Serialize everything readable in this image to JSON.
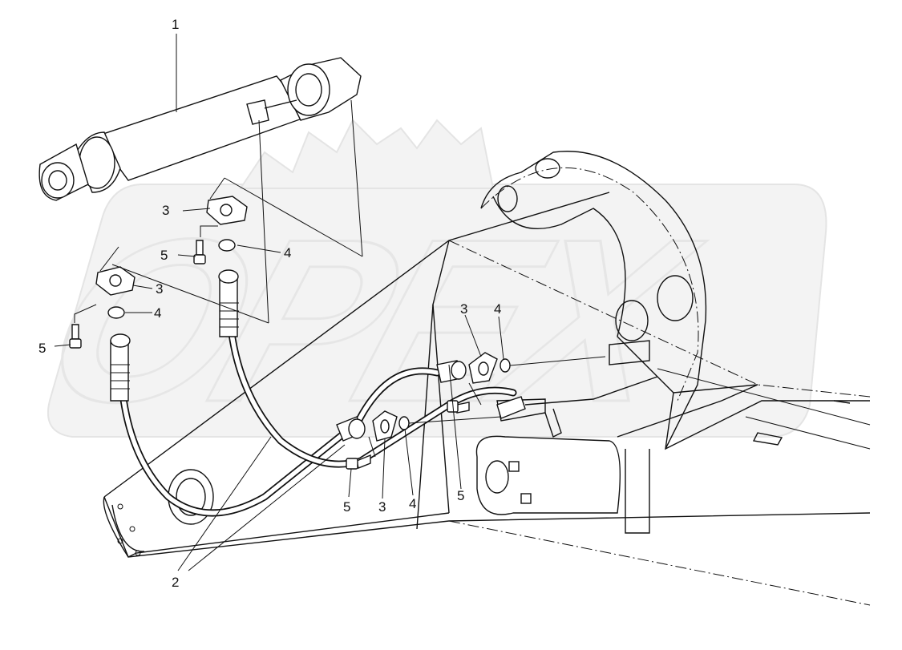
{
  "watermark": {
    "text": "OPEX",
    "color": "#e6e6e6"
  },
  "callouts": [
    {
      "id": "c1",
      "text": "1"
    },
    {
      "id": "c2",
      "text": "2"
    },
    {
      "id": "c3a",
      "text": "3"
    },
    {
      "id": "c3b",
      "text": "3"
    },
    {
      "id": "c3c",
      "text": "3"
    },
    {
      "id": "c3d",
      "text": "3"
    },
    {
      "id": "c4a",
      "text": "4"
    },
    {
      "id": "c4b",
      "text": "4"
    },
    {
      "id": "c4c",
      "text": "4"
    },
    {
      "id": "c4d",
      "text": "4"
    },
    {
      "id": "c5a",
      "text": "5"
    },
    {
      "id": "c5b",
      "text": "5"
    },
    {
      "id": "c5c",
      "text": "5"
    },
    {
      "id": "c5d",
      "text": "5"
    }
  ]
}
